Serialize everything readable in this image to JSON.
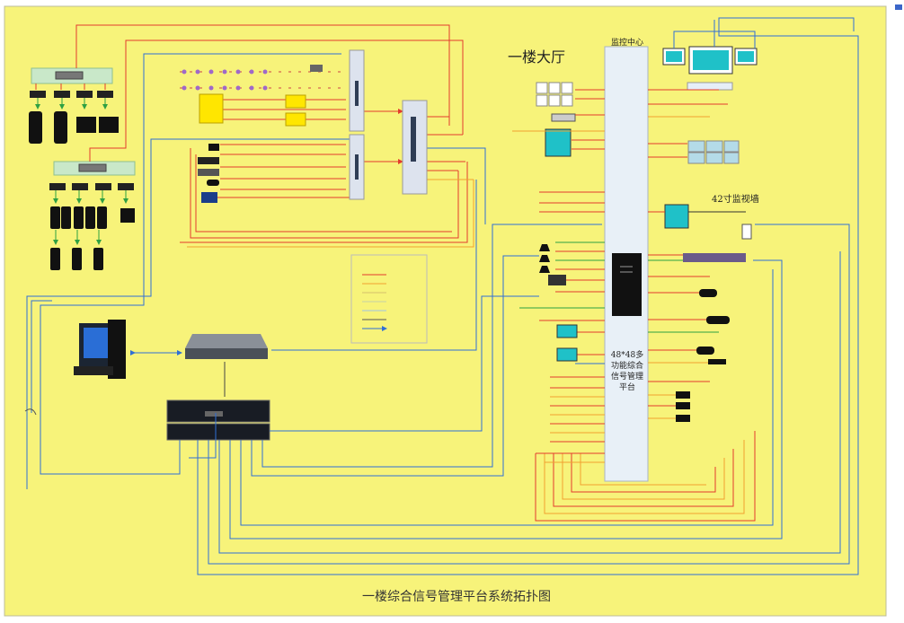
{
  "diagram": {
    "main_title": "一楼综合信号管理平台系统拓扑图",
    "hall_label": "一楼大厅",
    "control_center_label": "监控中心",
    "platform_label": "48*48多功能综合信号管理平台",
    "video_wall_label": "42寸监视墙"
  },
  "colors": {
    "background": "#f7f37a",
    "border": "#bdbd9a",
    "platform": "#e8f0f7",
    "red_line": "#e33b2e",
    "orange_line": "#f0a030",
    "blue_line": "#2f6fd6",
    "green_arrow": "#2ea043",
    "teal_screen": "#1fc1c8",
    "server": "#111111"
  },
  "icons": [
    "desktop-pc-icon",
    "network-switch-icon",
    "matrix-host-icon",
    "server-rack-icon",
    "camera-icon",
    "monitor-icon",
    "keyboard-icon",
    "dvr-icon",
    "speaker-icon"
  ]
}
